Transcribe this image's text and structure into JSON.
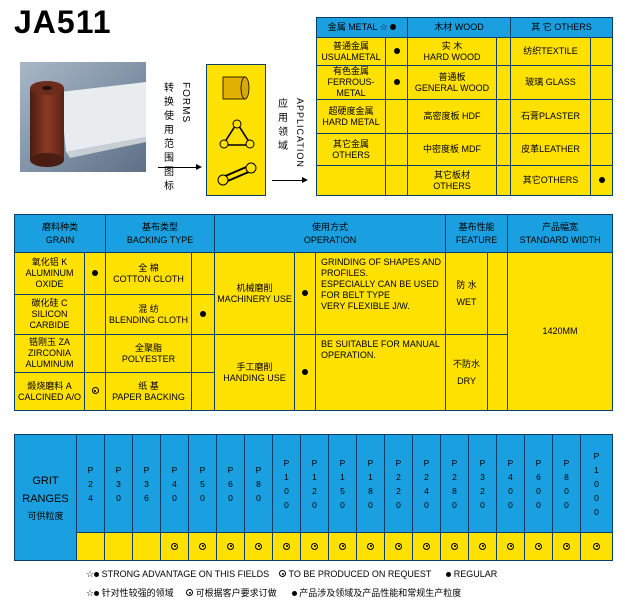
{
  "title": "JA511",
  "forms_label_cn": [
    "转",
    "换",
    "使",
    "用",
    "范",
    "围",
    "图",
    "标"
  ],
  "forms_label_en": "FORMS",
  "application_cn": [
    "应",
    "用",
    "领",
    "域"
  ],
  "application_en": "APPLICATION",
  "app_table": {
    "headers": [
      "金属 METAL",
      "木材 WOOD",
      "其 它 OTHERS"
    ],
    "rows": [
      [
        [
          "普通金属",
          "USUALMETAL"
        ],
        "dot",
        [
          "实  木",
          "HARD WOOD"
        ],
        "",
        [
          "纺织TEXTILE"
        ],
        ""
      ],
      [
        [
          "有色金属",
          "FERROUS-METAL"
        ],
        "dot",
        [
          "普通板",
          "GENERAL WOOD"
        ],
        "",
        [
          "玻璃 GLASS"
        ],
        ""
      ],
      [
        [
          "超硬度金属",
          "HARD METAL"
        ],
        "",
        [
          "高密度板 HDF"
        ],
        "",
        [
          "石膏PLASTER"
        ],
        ""
      ],
      [
        [
          "其它金属",
          "OTHERS"
        ],
        "",
        [
          "中密度板 MDF"
        ],
        "",
        [
          "皮革LEATHER"
        ],
        ""
      ],
      [
        [
          ""
        ],
        "",
        [
          "其它板材",
          "OTHERS"
        ],
        "",
        [
          "其它OTHERS"
        ],
        "dot"
      ]
    ]
  },
  "spec_table": {
    "headers": {
      "grain": [
        "磨料种类",
        "GRAIN"
      ],
      "backing": [
        "基布类型",
        "BACKING TYPE"
      ],
      "operation": [
        "使用方式",
        "OPERATION"
      ],
      "feature": [
        "基布性能",
        "FEATURE"
      ],
      "width": [
        "产品幅宽",
        "STANDARD WIDTH"
      ]
    },
    "grains": [
      {
        "lines": [
          "氧化铝 K",
          "ALUMINUM",
          "OXIDE"
        ],
        "mark": "dot"
      },
      {
        "lines": [
          "碳化硅 C",
          "SILICON",
          "CARBIDE"
        ],
        "mark": ""
      },
      {
        "lines": [
          "锆刚玉 ZA",
          "ZIRCONIA",
          "ALUMINUM"
        ],
        "mark": ""
      },
      {
        "lines": [
          "煅烧磨料 A",
          "CALCINED A/O"
        ],
        "mark": "circ"
      }
    ],
    "backings": [
      {
        "lines": [
          "全 棉",
          "COTTON CLOTH"
        ],
        "mark": ""
      },
      {
        "lines": [
          "混 纺",
          "BLENDING CLOTH"
        ],
        "mark": "dot"
      },
      {
        "lines": [
          "全聚脂",
          "POLYESTER"
        ],
        "mark": ""
      },
      {
        "lines": [
          "纸 基",
          "PAPER BACKING"
        ],
        "mark": ""
      }
    ],
    "operations": [
      {
        "lines": [
          "机械磨削",
          "MACHINERY USE"
        ],
        "mark": "dot",
        "desc": [
          "GRINDING OF SHAPES AND",
          "PROFILES.",
          "ESPECIALLY CAN BE USED",
          "FOR BELT TYPE",
          "VERY FLEXIBLE J/W."
        ]
      },
      {
        "lines": [
          "手工磨削",
          "HANDING USE"
        ],
        "mark": "dot",
        "desc": [
          "BE SUITABLE FOR MANUAL",
          "OPERATION."
        ]
      }
    ],
    "features": [
      {
        "lines": [
          "防  水",
          "WET"
        ],
        "mark": ""
      },
      {
        "lines": [
          "不防水",
          "DRY"
        ],
        "mark": ""
      }
    ],
    "width_value": "1420MM"
  },
  "grit_table": {
    "label": [
      "GRIT",
      "RANGES",
      "可供粒度"
    ],
    "grits": [
      {
        "label": "P24",
        "mark": ""
      },
      {
        "label": "P30",
        "mark": ""
      },
      {
        "label": "P36",
        "mark": ""
      },
      {
        "label": "P40",
        "mark": "circ"
      },
      {
        "label": "P50",
        "mark": "circ"
      },
      {
        "label": "P60",
        "mark": "circ"
      },
      {
        "label": "P80",
        "mark": "circ"
      },
      {
        "label": "P100",
        "mark": "circ"
      },
      {
        "label": "P120",
        "mark": "circ"
      },
      {
        "label": "P150",
        "mark": "circ"
      },
      {
        "label": "P180",
        "mark": "circ"
      },
      {
        "label": "P220",
        "mark": "circ"
      },
      {
        "label": "P240",
        "mark": "circ"
      },
      {
        "label": "P280",
        "mark": "circ"
      },
      {
        "label": "P320",
        "mark": "circ"
      },
      {
        "label": "P400",
        "mark": "circ"
      },
      {
        "label": "P600",
        "mark": "circ"
      },
      {
        "label": "P800",
        "mark": "circ"
      },
      {
        "label": "P1000",
        "mark": "circ"
      }
    ]
  },
  "legend": {
    "strong_en": "STRONG ADVANTAGE ON THIS FIELDS",
    "request_en": "TO BE PRODUCED ON REQUEST",
    "regular_en": "REGULAR",
    "strong_cn": "针对性较强的领域",
    "request_cn": "可根据客户要求订做",
    "regular_cn": "产品涉及领域及产品性能和常规生产粒度"
  },
  "colors": {
    "yellow": "#ffe100",
    "blue": "#1aa0e0",
    "border": "#0b3d6b"
  },
  "icons": [
    "sandpaper-roll-icon",
    "sheet-icon",
    "triangle-belt-icon",
    "wide-belt-icon",
    "black-dot-icon",
    "target-circle-icon",
    "star-icon"
  ]
}
